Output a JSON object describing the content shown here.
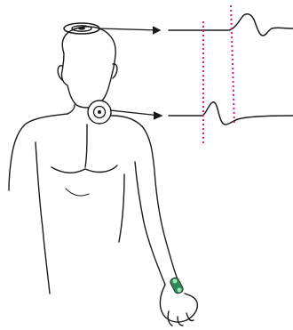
{
  "figure": {
    "description_free": true,
    "colors": {
      "outline": "#1a1a1a",
      "electrode": "#2e8b57",
      "marker": "#e0197d",
      "background": "#ffffff"
    },
    "electrodes": [
      {
        "name": "scalp-electrode"
      },
      {
        "name": "neck-electrode"
      },
      {
        "name": "wrist-stimulator"
      }
    ],
    "traces": [
      {
        "name": "scalp-trace"
      },
      {
        "name": "neck-trace"
      }
    ],
    "markers": [
      {
        "name": "latency-marker-1"
      },
      {
        "name": "latency-marker-2"
      }
    ]
  }
}
